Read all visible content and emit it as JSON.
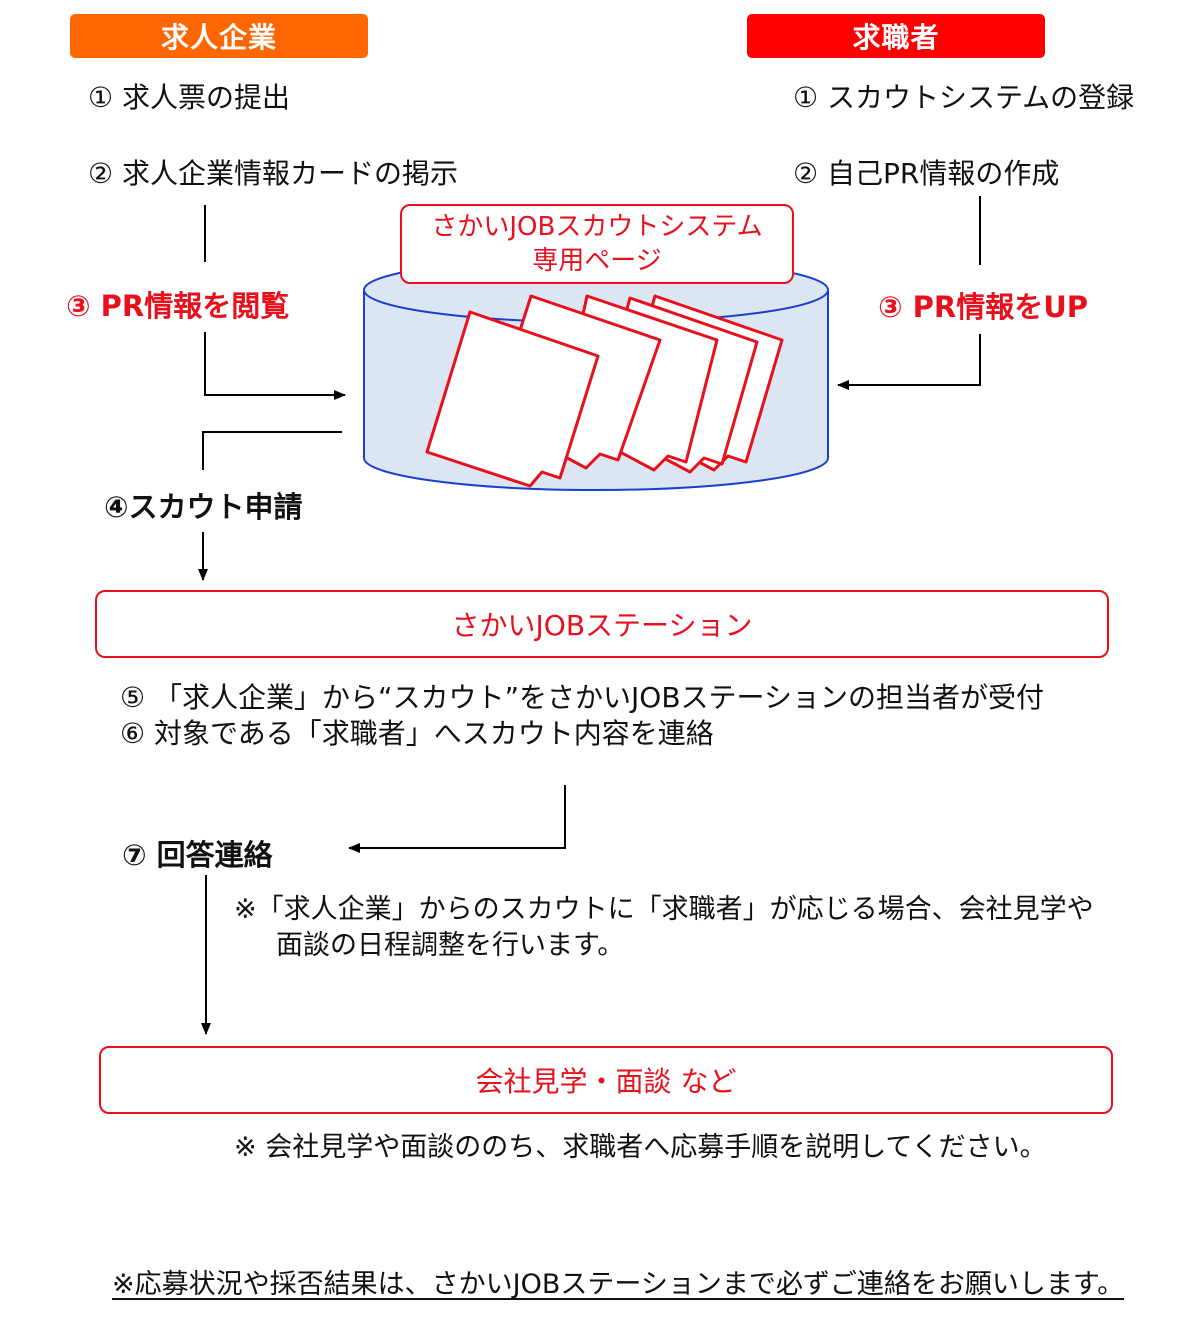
{
  "colors": {
    "company_badge": "#ff6600",
    "jobseeker_badge": "#ff0000",
    "accent_red": "#e8101c",
    "cylinder_fill": "#dce6f2",
    "cylinder_stroke": "#1a3fcc"
  },
  "company": {
    "header": "求人企業",
    "step1": "①  求人票の提出",
    "step2": "②  求人企業情報カードの掲示",
    "step3": "③  PR情報を閲覧",
    "step4": "④スカウト申請"
  },
  "jobseeker": {
    "header": "求職者",
    "step1": "①  スカウトシステムの登録",
    "step2": "②  自己PR情報の作成",
    "step3": "③  PR情報をUP"
  },
  "system": {
    "label_line1": "さかいJOBスカウトシステム",
    "label_line2": "専用ページ"
  },
  "station": {
    "label": "さかいJOBステーション",
    "step5": "⑤ 「求人企業」から“スカウト”をさかいJOBステーションの担当者が受付",
    "step6": "⑥  対象である「求職者」へスカウト内容を連絡"
  },
  "reply": {
    "step7": "⑦  回答連絡",
    "note_line1": "※「求人企業」からのスカウトに「求職者」が応じる場合、会社見学や",
    "note_line2": "面談の日程調整を行います。"
  },
  "visit": {
    "label": "会社見学・面談  など",
    "note": "※  会社見学や面談ののち、求職者へ応募手順を説明してください。"
  },
  "footer": {
    "note": "※応募状況や採否結果は、さかいJOBステーションまで必ずご連絡をお願いします。"
  }
}
